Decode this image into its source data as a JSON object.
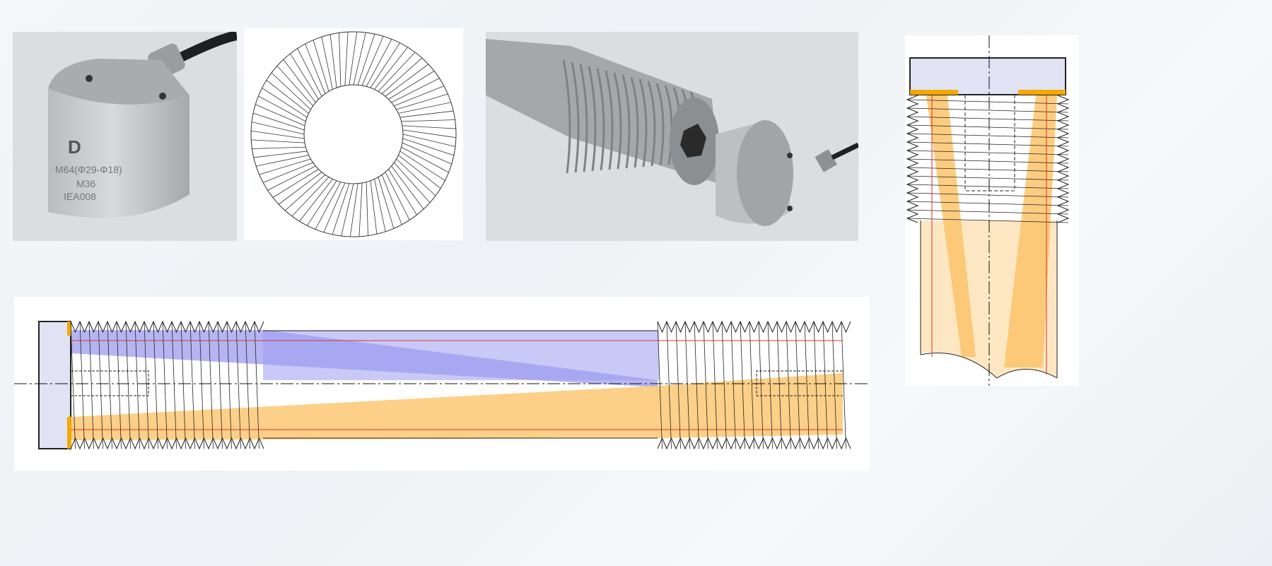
{
  "sensor_photo": {
    "engraving_line1": "M64(Φ29-Φ18)",
    "engraving_line2": "M36",
    "engraving_line3": "IEA008",
    "logo_letter": "D"
  },
  "colors": {
    "bolt_head": "#e2e2f5",
    "blue_zone": "#9c9cf0",
    "orange_zone": "#fbc46a",
    "contact": "#f2a900",
    "red_line": "#e0302a",
    "outline": "#222222"
  }
}
